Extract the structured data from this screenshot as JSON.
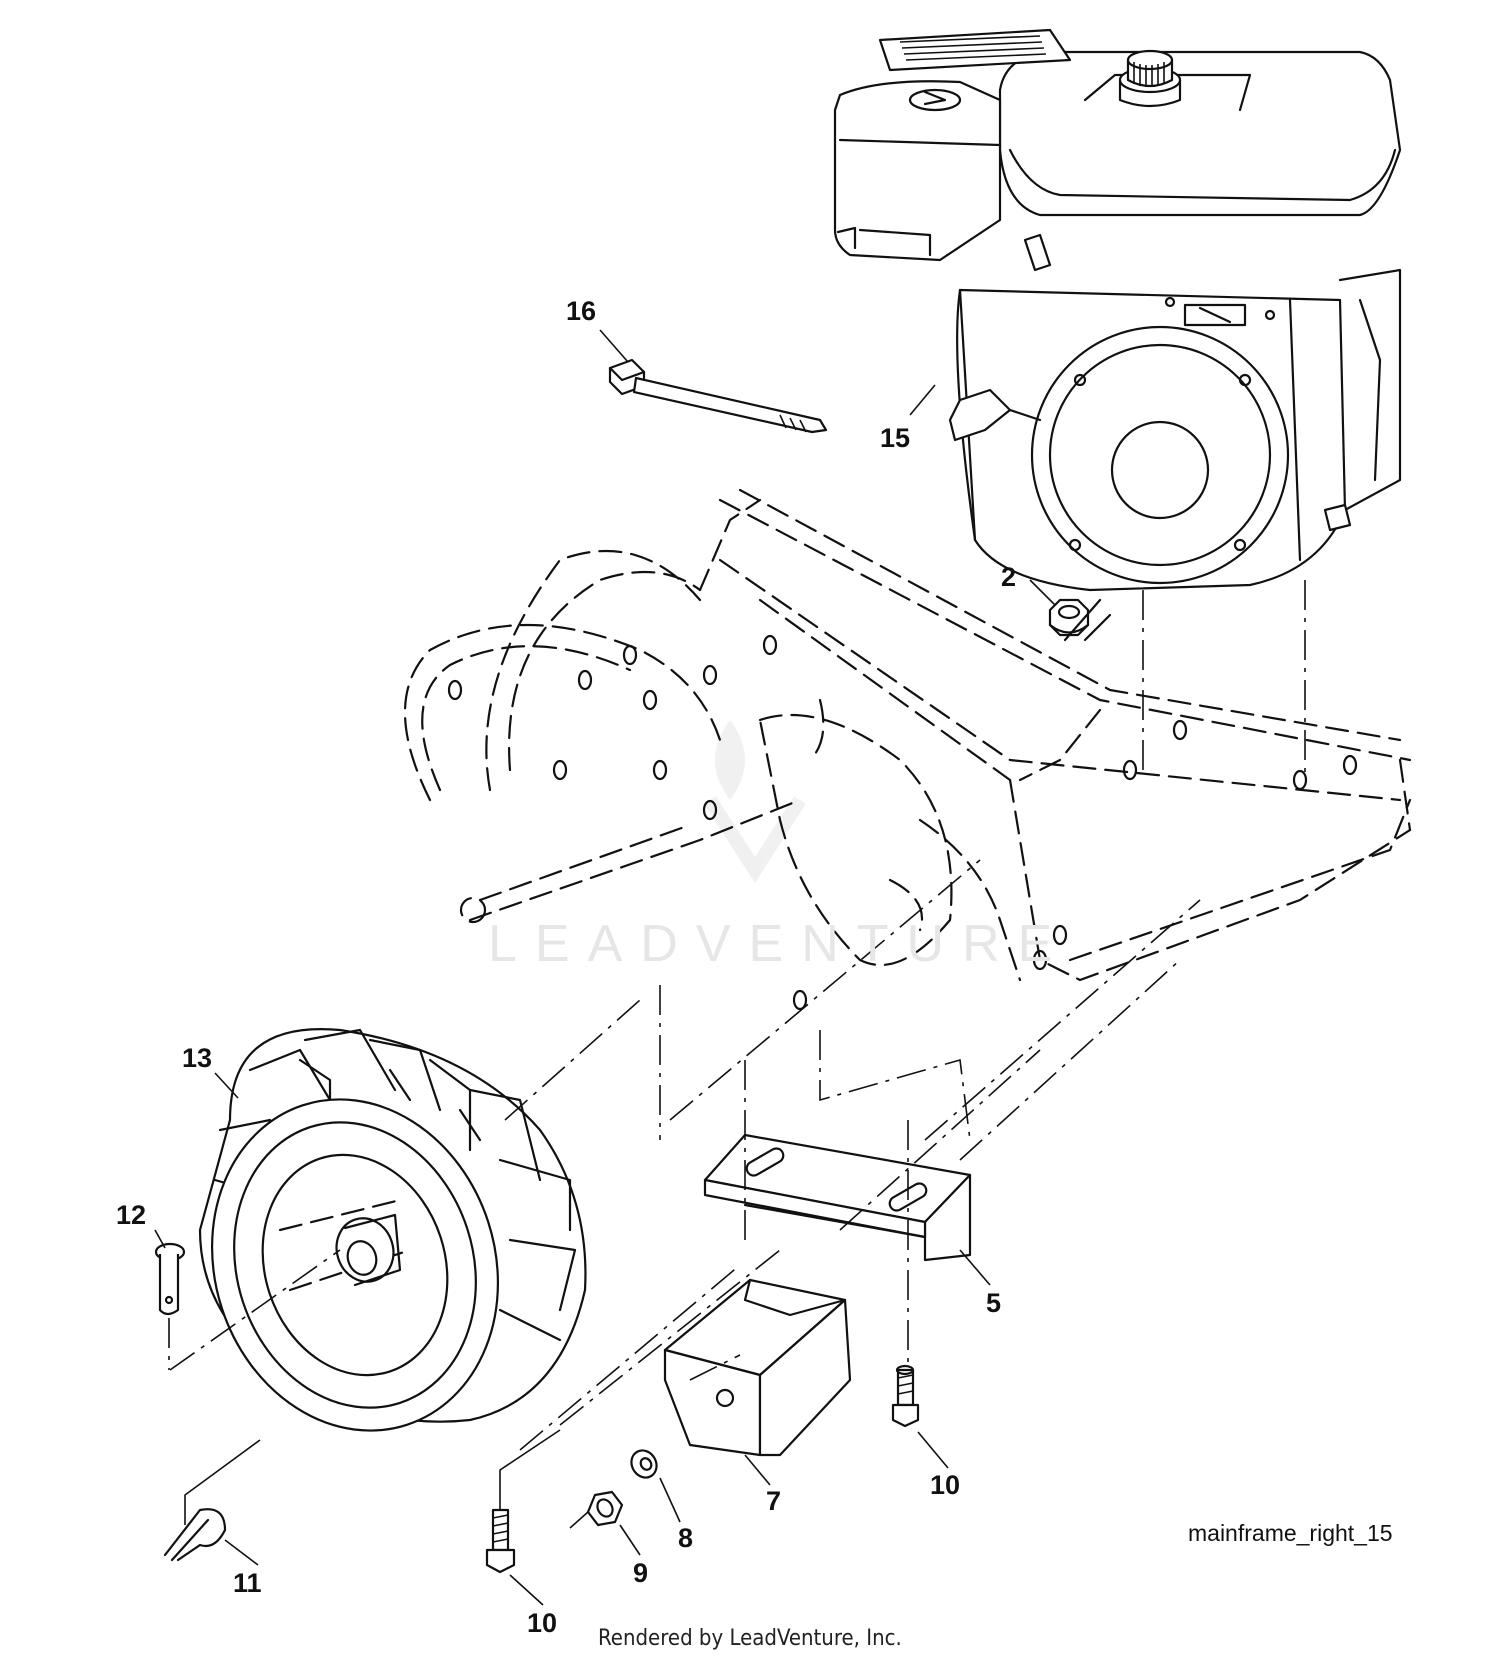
{
  "callouts": {
    "c2": "2",
    "c5": "5",
    "c7": "7",
    "c8": "8",
    "c9": "9",
    "c10a": "10",
    "c10b": "10",
    "c11": "11",
    "c12": "12",
    "c13": "13",
    "c15": "15",
    "c16": "16"
  },
  "watermark": "LEADVENTURE",
  "diagram_id": "mainframe_right_15",
  "footer": "Rendered by LeadVenture, Inc."
}
